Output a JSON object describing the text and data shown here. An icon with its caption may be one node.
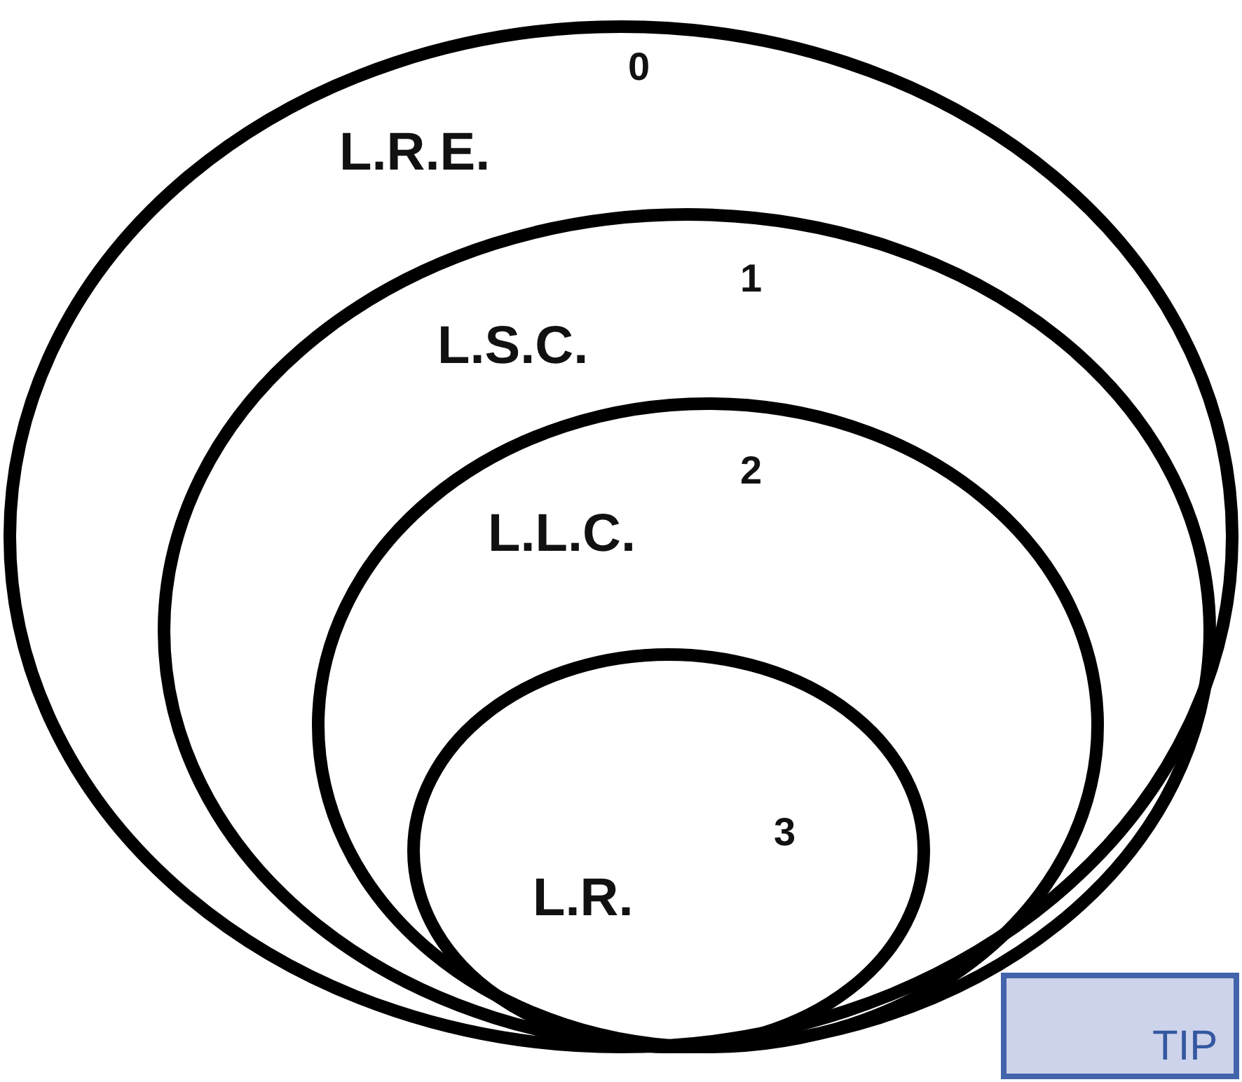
{
  "diagram": {
    "nodes": [
      {
        "text": [
          "L.R.E.",
          "0"
        ]
      },
      {
        "text": [
          "L.S.C.",
          "1"
        ],
        "in": 0
      },
      {
        "text": [
          "L.L.C.",
          "2"
        ],
        "in": 1
      },
      {
        "text": [
          "L.R.",
          "3"
        ],
        "in": 2
      },
      {
        "text": [
          "TIP"
        ]
      }
    ]
  }
}
